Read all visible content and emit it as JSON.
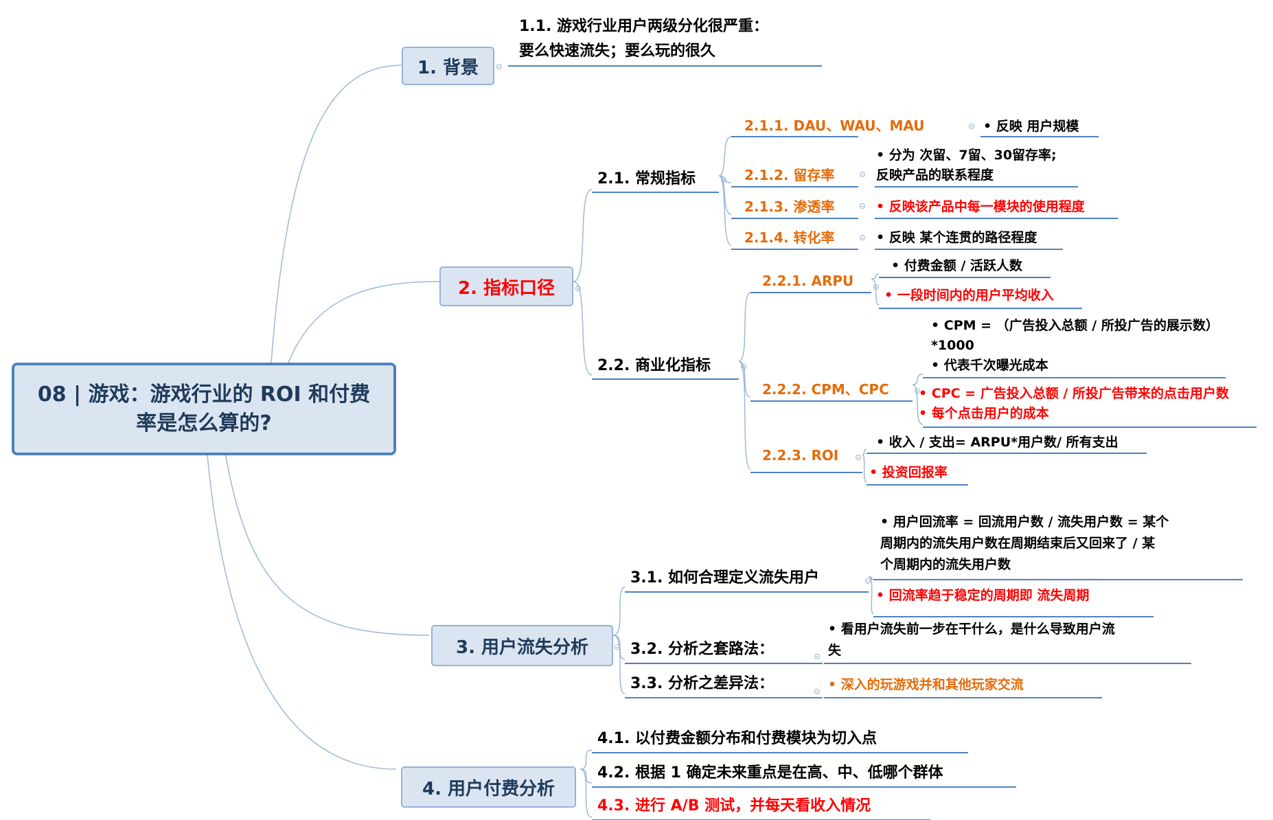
{
  "root": {
    "title": "08 | 游戏：游戏行业的 ROI 和付费率是怎么算的?"
  },
  "colors": {
    "box_fill": "#dbe5f1",
    "box_border": "#95b3d7",
    "connector": "#9cb8d9",
    "red": "#ff0000",
    "orange": "#e36c09"
  },
  "b1": {
    "title": "1. 背景",
    "t11": [
      "1.1. 游戏行业用户两级分化很严重：",
      "要么快速流失；要么玩的很久"
    ]
  },
  "b2": {
    "title": "2. 指标口径",
    "s21": {
      "title": "2.1. 常规指标",
      "i1": {
        "label": "2.1.1.  DAU、WAU、MAU",
        "note": "• 反映 用户规模"
      },
      "i2": {
        "label": "2.1.2. 留存率",
        "note": [
          "• 分为 次留、7留、30留存率;",
          "反映产品的联系程度"
        ]
      },
      "i3": {
        "label": "2.1.3. 渗透率",
        "note": "• 反映该产品中每一模块的使用程度"
      },
      "i4": {
        "label": "2.1.4. 转化率",
        "note": "• 反映 某个连贯的路径程度"
      }
    },
    "s22": {
      "title": "2.2. 商业化指标",
      "i1": {
        "label": "2.2.1. ARPU",
        "n1": "•  付费金额 / 活跃人数",
        "n2": "• 一段时间内的用户平均收入"
      },
      "i2": {
        "label": "2.2.2. CPM、CPC",
        "n1": [
          "• CPM = （广告投入总额 / 所投广告的展示数）",
          "*1000",
          "• 代表千次曝光成本"
        ],
        "n2": [
          "• CPC = 广告投入总额 / 所投广告带来的点击用户数",
          "• 每个点击用户的成本"
        ]
      },
      "i3": {
        "label": "2.2.3. ROI",
        "n1": "• 收入 / 支出= ARPU*用户数/ 所有支出",
        "n2": "• 投资回报率"
      }
    }
  },
  "b3": {
    "title": "3. 用户流失分析",
    "s31": {
      "title": "3.1. 如何合理定义流失用户",
      "n1": [
        "• 用户回流率 = 回流用户数 / 流失用户数 = 某个",
        "周期内的流失用户数在周期结束后又回来了 / 某",
        "个周期内的流失用户数"
      ],
      "n2": "• 回流率趋于稳定的周期即 流失周期"
    },
    "s32": {
      "title": "3.2. 分析之套路法：",
      "n1": [
        "• 看用户流失前一步在干什么，是什么导致用户流",
        "失"
      ]
    },
    "s33": {
      "title": "3.3. 分析之差异法：",
      "n1": "• 深入的玩游戏并和其他玩家交流"
    }
  },
  "b4": {
    "title": "4. 用户付费分析",
    "t41": "4.1. 以付费金额分布和付费模块为切入点",
    "t42": "4.2. 根据 1 确定未来重点是在高、中、低哪个群体",
    "t43": "4.3. 进行 A/B 测试，并每天看收入情况"
  }
}
